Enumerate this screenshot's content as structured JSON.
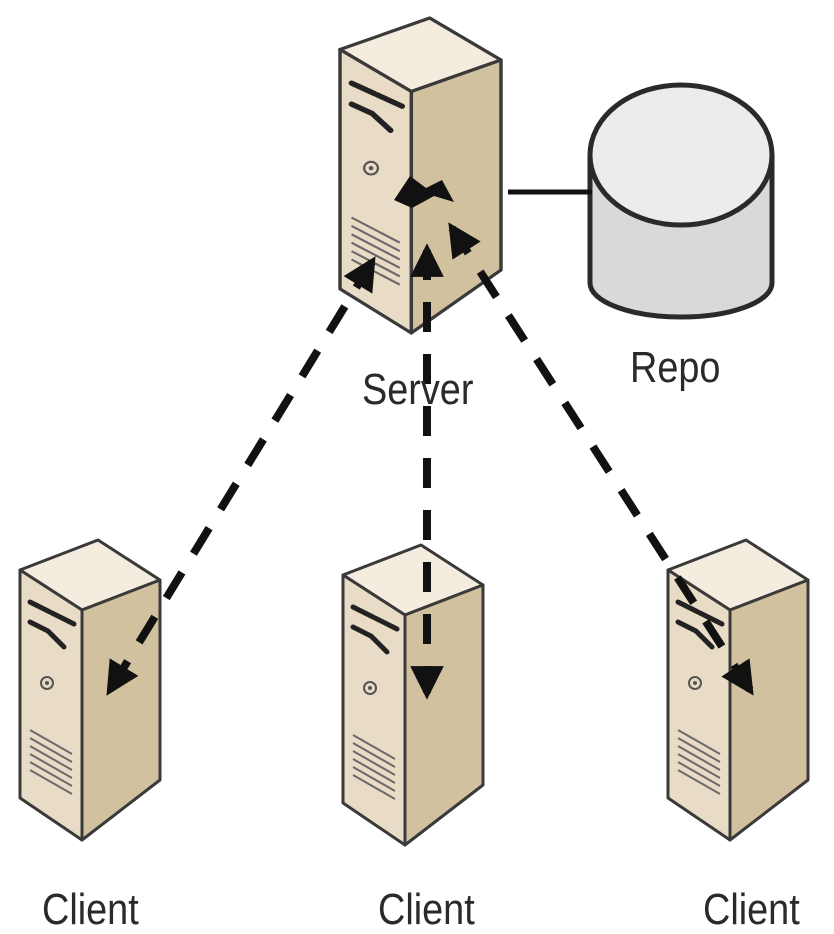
{
  "diagram": {
    "nodes": {
      "server": {
        "label": "Server",
        "kind": "tower-server"
      },
      "repo": {
        "label": "Repo",
        "kind": "database-cylinder"
      },
      "clients": [
        {
          "label": "Client",
          "kind": "tower-server"
        },
        {
          "label": "Client",
          "kind": "tower-server"
        },
        {
          "label": "Client",
          "kind": "tower-server"
        }
      ]
    },
    "edges": [
      {
        "from": "server",
        "to": "repo",
        "style": "solid"
      },
      {
        "from": "server",
        "to": "client-1",
        "style": "dashed",
        "arrows": "both"
      },
      {
        "from": "server",
        "to": "client-2",
        "style": "dashed",
        "arrows": "both"
      },
      {
        "from": "server",
        "to": "client-3",
        "style": "dashed",
        "arrows": "both"
      }
    ],
    "colors": {
      "server_front": "#e9dcc6",
      "server_side": "#d2c19f",
      "server_top": "#f4ecde",
      "outline": "#3a3a3a",
      "repo_body": "#d9d9d9",
      "repo_top": "#ececec",
      "connector": "#111111",
      "label_text": "#2a2a2a"
    }
  }
}
